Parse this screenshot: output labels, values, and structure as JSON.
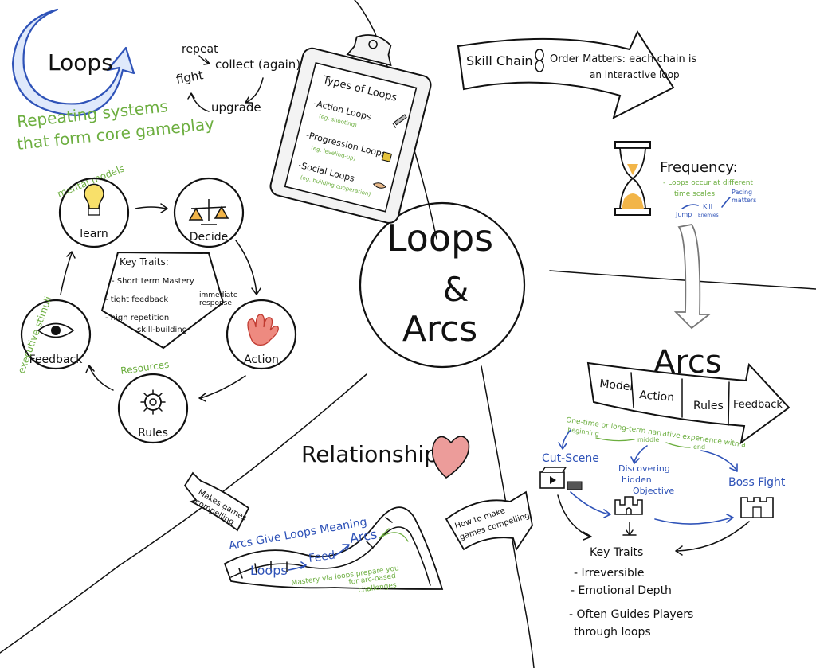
{
  "center": {
    "line1": "Loops",
    "line2": "&",
    "line3": "Arcs"
  },
  "loops_header": {
    "title": "Loops",
    "desc_line1": "Repeating systems",
    "desc_line2": "that form core gameplay",
    "cycle": {
      "repeat": "repeat",
      "collect": "collect (again)",
      "fight": "fight",
      "upgrade": "upgrade"
    }
  },
  "clipboard": {
    "title": "Types of Loops",
    "items": [
      {
        "label": "-Action Loops",
        "example": "(eg. shooting)"
      },
      {
        "label": "-Progression Loops",
        "example": "(eg. leveling-up)"
      },
      {
        "label": "-Social Loops",
        "example": "(eg. building cooperation)"
      }
    ]
  },
  "skill_chain": {
    "line1": "Skill Chain",
    "line2": "Order Matters: each chain is",
    "line3": "an interactive loop"
  },
  "frequency": {
    "title": "Frequency:",
    "line1": "- Loops occur at different",
    "line2": "time scales",
    "jump": "Jump",
    "kill": "Kill",
    "enemies": "Enemies",
    "pacing1": "Pacing",
    "pacing2": "matters"
  },
  "cycle": {
    "mental_models": "mental models",
    "learn": "learn",
    "decide": "Decide",
    "action": "Action",
    "rules": "Rules",
    "feedback": "Feedback",
    "resources": "Resources",
    "executive_stimuli": "executive stimuli"
  },
  "key_traits_loop": {
    "title": "Key Traits:",
    "t1": "- Short term Mastery",
    "t2a": "- tight feedback",
    "t2b": "immediate",
    "t2c": "response",
    "t3a": "- high repetition",
    "t3b": "skill-building"
  },
  "arcs": {
    "title": "Arcs",
    "banner": [
      "Model",
      "Action",
      "Rules",
      "Feedback"
    ],
    "desc1": "One-time or long-term narrative experience with a",
    "desc_beginning": "beginning",
    "desc_middle": "middle",
    "desc_end": "end",
    "cut_scene": "Cut-Scene",
    "discover1": "Discovering",
    "discover2": "hidden",
    "discover3": "Objective",
    "boss": "Boss Fight",
    "traits_title": "Key Traits",
    "traits": [
      "- Irreversible",
      "- Emotional Depth",
      "- Often Guides Players",
      "through loops"
    ]
  },
  "relationship": {
    "title": "Relationship",
    "makes1": "Makes games",
    "makes2": "compelling",
    "how1": "How to make",
    "how2": "games compelling",
    "give": "Arcs Give Loops Meaning",
    "loops": "Loops",
    "feed": "Feed",
    "arcs": "Arcs",
    "mastery1": "Mastery via loops prepare you",
    "mastery2": "for arc-based",
    "mastery3": "challenges"
  }
}
